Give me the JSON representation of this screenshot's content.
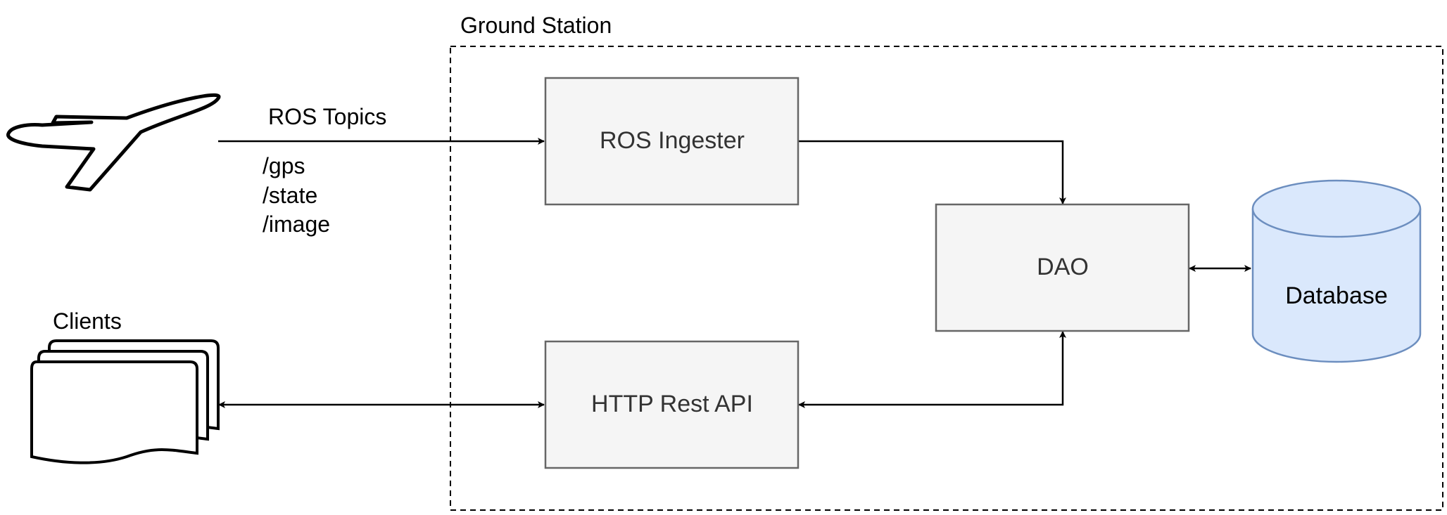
{
  "diagram": {
    "group_title": "Ground Station",
    "topics_title": "ROS Topics",
    "topics": [
      "/gps",
      "/state",
      "/image"
    ],
    "clients_label": "Clients",
    "nodes": {
      "ros_ingester": "ROS Ingester",
      "dao": "DAO",
      "http_rest_api": "HTTP Rest API",
      "database": "Database"
    },
    "colors": {
      "box_fill": "#f5f5f5",
      "box_stroke": "#666666",
      "db_fill": "#dae8fc",
      "db_stroke": "#6c8ebf"
    }
  }
}
